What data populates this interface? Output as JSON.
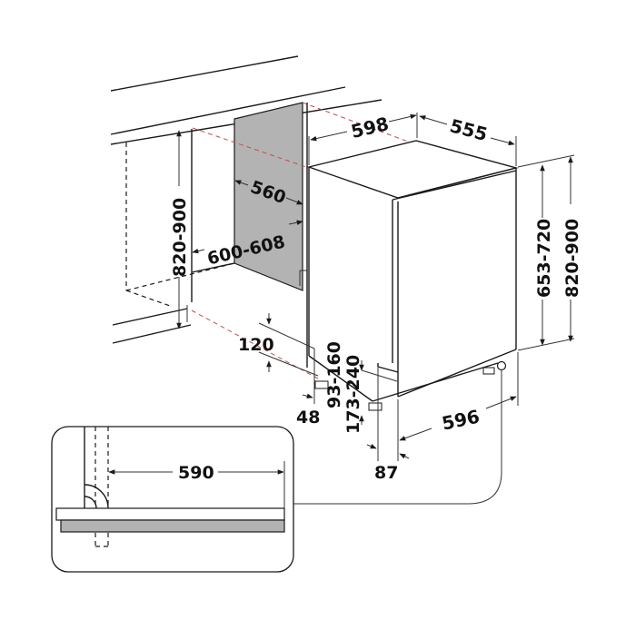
{
  "diagram": {
    "title": "Built-in dishwasher installation dimensions",
    "units": "mm",
    "colors": {
      "line": "#1a1a1a",
      "panel_fill": "#b3b3b3",
      "guide_dash": "#c0504d",
      "background": "#ffffff"
    },
    "dimensions": {
      "appliance_width": "598",
      "appliance_depth": "555",
      "niche_depth": "560",
      "niche_width": "600-608",
      "niche_height": "820-900",
      "door_height": "653-720",
      "total_height": "820-900",
      "plinth_height": "120",
      "plinth_offset": "48",
      "foot_range_front": "93-160",
      "foot_range_rear": "173-240",
      "door_side_offset": "87",
      "door_width": "596",
      "detail_door_clearance": "590"
    }
  }
}
